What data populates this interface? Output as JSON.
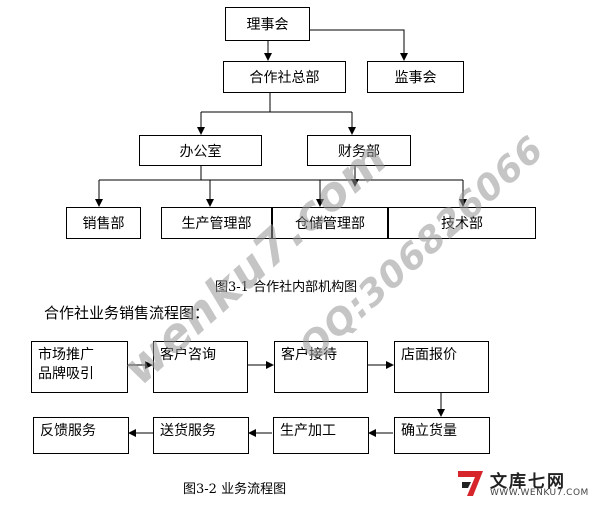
{
  "org_chart": {
    "nodes": {
      "council": "理事会",
      "hq": "合作社总部",
      "supervisory": "监事会",
      "office": "办公室",
      "finance": "财务部",
      "sales": "销售部",
      "production": "生产管理部",
      "warehouse": "仓储管理部",
      "tech": "技术部"
    },
    "caption": "图3-1   合作社内部机构图"
  },
  "flow_chart": {
    "heading": "合作社业务销售流程图：",
    "steps": {
      "marketing_line1": "市场推广",
      "marketing_line2": "品牌吸引",
      "consult": "客户咨询",
      "reception": "客户接待",
      "quote": "店面报价",
      "confirm": "确立货量",
      "processing": "生产加工",
      "delivery": "送货服务",
      "feedback": "反馈服务"
    },
    "caption": "图3-2 业务流程图"
  },
  "watermarks": {
    "site": "wenku7.com",
    "qq": "QQ:306826066"
  },
  "logo": {
    "name": "文库七网",
    "url": "WWW.WENKU7.COM"
  },
  "colors": {
    "line": "#000000",
    "watermark": "#969696",
    "logo_red": "#d7262b"
  }
}
